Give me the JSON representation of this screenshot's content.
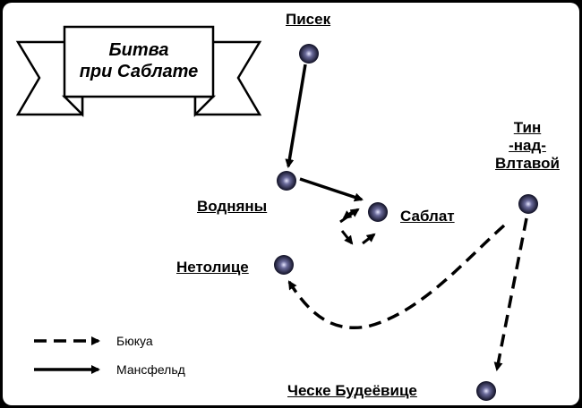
{
  "banner": {
    "line1": "Битва",
    "line2": "при Саблате"
  },
  "places": {
    "pisek": "Писек",
    "vodnyany": "Водняны",
    "sablat": "Саблат",
    "tyn": [
      "Тин",
      "-над-",
      "Влтавой"
    ],
    "netolice": "Нетолице",
    "budejovice": "Ческе Будеёвице"
  },
  "legend": {
    "dashed": "Бюкуа",
    "solid": "Мансфельд"
  },
  "colors": {
    "background": "#ffffff",
    "frame": "#000000",
    "dot_center": "#d8d8f0",
    "dot_edge": "#14142e"
  }
}
